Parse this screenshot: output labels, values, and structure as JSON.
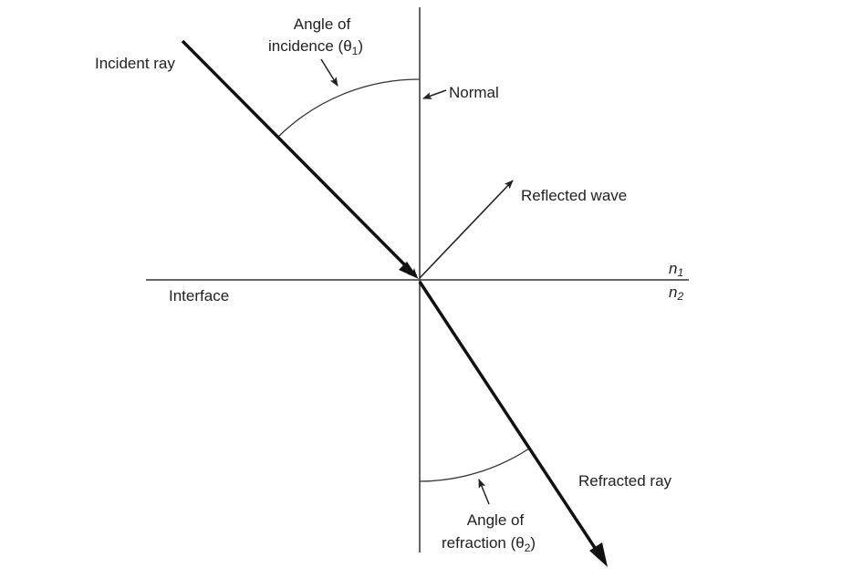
{
  "labels": {
    "incident_ray": "Incident ray",
    "angle_incidence_line1": "Angle of",
    "angle_incidence_line2": "incidence (θ",
    "angle_incidence_sub": "1",
    "close_paren": ")",
    "normal": "Normal",
    "reflected_wave": "Reflected wave",
    "interface": "Interface",
    "n1": "n",
    "n1_sub": "1",
    "n2": "n",
    "n2_sub": "2",
    "refracted_ray": "Refracted ray",
    "angle_refraction_line1": "Angle of",
    "angle_refraction_line2": "refraction (θ",
    "angle_refraction_sub": "2"
  },
  "colors": {
    "line": "#222222",
    "ray": "#111111"
  }
}
